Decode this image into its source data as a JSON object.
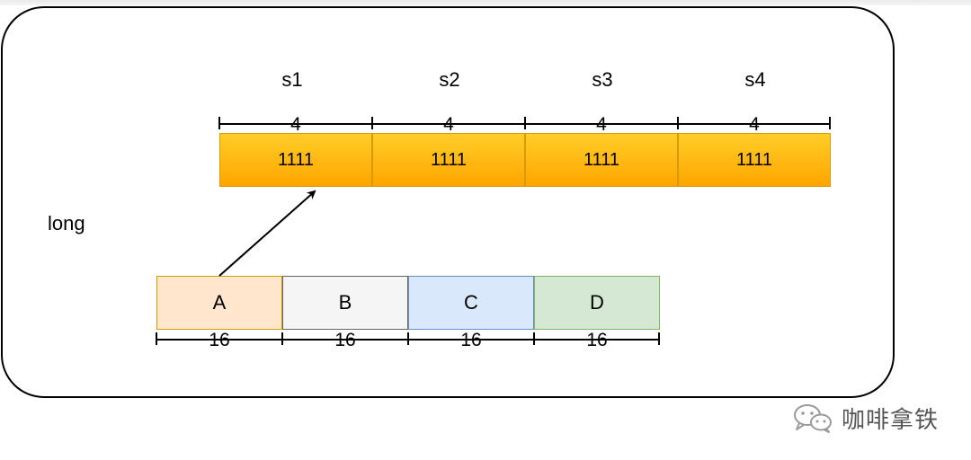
{
  "diagram": {
    "segment_labels": [
      "s1",
      "s2",
      "s3",
      "s4"
    ],
    "segment_widths": [
      "4",
      "4",
      "4",
      "4"
    ],
    "segment_values": [
      "1111",
      "1111",
      "1111",
      "1111"
    ],
    "container_label": "long",
    "cells": [
      {
        "label": "A",
        "width": "16",
        "fill": "#ffe6cc",
        "stroke": "#d79b00"
      },
      {
        "label": "B",
        "width": "16",
        "fill": "#f5f5f5",
        "stroke": "#666666"
      },
      {
        "label": "C",
        "width": "16",
        "fill": "#dae8fc",
        "stroke": "#6c8ebf"
      },
      {
        "label": "D",
        "width": "16",
        "fill": "#d5e8d4",
        "stroke": "#82b366"
      }
    ],
    "highlight_fill": "#ffb31a"
  },
  "watermark": {
    "text": "咖啡拿铁",
    "icon": "wechat-icon"
  }
}
